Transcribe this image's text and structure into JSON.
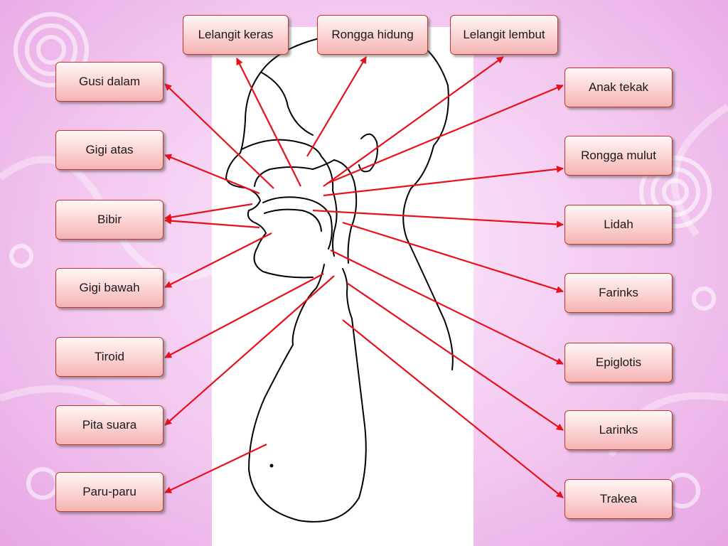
{
  "colors": {
    "arrow": "#e8101a",
    "outline": "#000000",
    "box_border": "#c0392b"
  },
  "labels": {
    "lelangit_keras": "Lelangit keras",
    "rongga_hidung": "Rongga hidung",
    "lelangit_lembut": "Lelangit lembut",
    "gusi_dalam": "Gusi dalam",
    "gigi_atas": "Gigi atas",
    "bibir": "Bibir",
    "gigi_bawah": "Gigi bawah",
    "tiroid": "Tiroid",
    "pita_suara": "Pita suara",
    "paru_paru": "Paru-paru",
    "anak_tekak": "Anak tekak",
    "rongga_mulut": "Rongga mulut",
    "lidah": "Lidah",
    "farinks": "Farinks",
    "epiglotis": "Epiglotis",
    "larinks": "Larinks",
    "trakea": "Trakea"
  }
}
